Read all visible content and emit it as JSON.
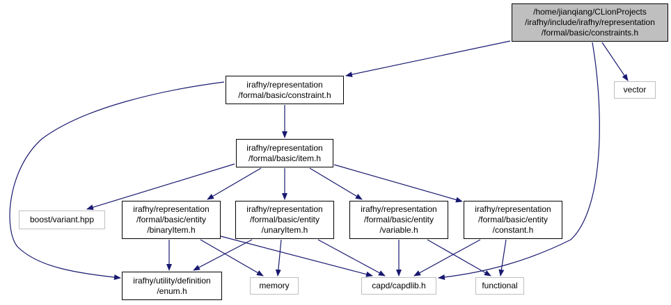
{
  "nodes": [
    {
      "id": "root",
      "lines": [
        "/home/jianqiang/CLionProjects",
        "/irafhy/include/irafhy/representation",
        "/formal/basic/constraints.h"
      ]
    },
    {
      "id": "vector",
      "lines": [
        "vector"
      ]
    },
    {
      "id": "constraint",
      "lines": [
        "irafhy/representation",
        "/formal/basic/constraint.h"
      ]
    },
    {
      "id": "item",
      "lines": [
        "irafhy/representation",
        "/formal/basic/item.h"
      ]
    },
    {
      "id": "boost",
      "lines": [
        "boost/variant.hpp"
      ]
    },
    {
      "id": "binary",
      "lines": [
        "irafhy/representation",
        "/formal/basic/entity",
        "/binaryItem.h"
      ]
    },
    {
      "id": "unary",
      "lines": [
        "irafhy/representation",
        "/formal/basic/entity",
        "/unaryItem.h"
      ]
    },
    {
      "id": "variable",
      "lines": [
        "irafhy/representation",
        "/formal/basic/entity",
        "/variable.h"
      ]
    },
    {
      "id": "constant",
      "lines": [
        "irafhy/representation",
        "/formal/basic/entity",
        "/constant.h"
      ]
    },
    {
      "id": "enum",
      "lines": [
        "irafhy/utility/definition",
        "/enum.h"
      ]
    },
    {
      "id": "memory",
      "lines": [
        "memory"
      ]
    },
    {
      "id": "capd",
      "lines": [
        "capd/capdlib.h"
      ]
    },
    {
      "id": "functional",
      "lines": [
        "functional"
      ]
    }
  ],
  "edges": [
    [
      "root",
      "constraint"
    ],
    [
      "root",
      "vector"
    ],
    [
      "root",
      "capd"
    ],
    [
      "constraint",
      "item"
    ],
    [
      "constraint",
      "enum"
    ],
    [
      "item",
      "boost"
    ],
    [
      "item",
      "binary"
    ],
    [
      "item",
      "unary"
    ],
    [
      "item",
      "variable"
    ],
    [
      "item",
      "constant"
    ],
    [
      "binary",
      "enum"
    ],
    [
      "binary",
      "memory"
    ],
    [
      "binary",
      "capd"
    ],
    [
      "unary",
      "enum"
    ],
    [
      "unary",
      "memory"
    ],
    [
      "unary",
      "capd"
    ],
    [
      "variable",
      "capd"
    ],
    [
      "variable",
      "functional"
    ],
    [
      "constant",
      "capd"
    ],
    [
      "constant",
      "functional"
    ]
  ],
  "colors": {
    "edge": "#191970",
    "root_fill": "#bfbfbf",
    "external_border": "#bfbfbf"
  }
}
